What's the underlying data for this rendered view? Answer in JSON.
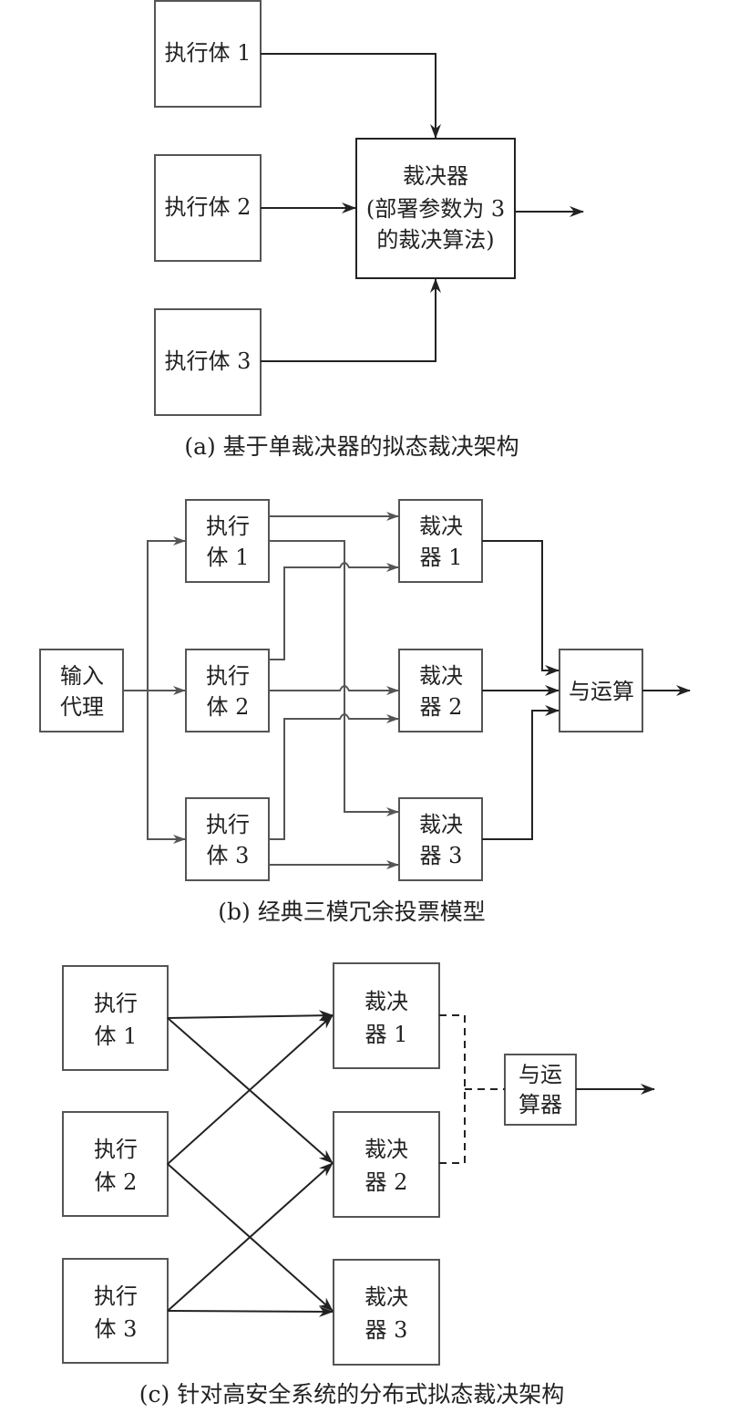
{
  "panel_a": {
    "caption": "(a) 基于单裁决器的拟态裁决架构",
    "executors": [
      "执行体 1",
      "执行体 2",
      "执行体 3"
    ],
    "adjudicator": {
      "line1": "裁决器",
      "line2": "(部署参数为 3",
      "line3": "的裁决算法)"
    }
  },
  "panel_b": {
    "caption": "(b) 经典三模冗余投票模型",
    "input_proxy": {
      "line1": "输入",
      "line2": "代理"
    },
    "executors": [
      {
        "line1": "执行",
        "line2": "体 1"
      },
      {
        "line1": "执行",
        "line2": "体 2"
      },
      {
        "line1": "执行",
        "line2": "体 3"
      }
    ],
    "adjudicators": [
      {
        "line1": "裁决",
        "line2": "器 1"
      },
      {
        "line1": "裁决",
        "line2": "器 2"
      },
      {
        "line1": "裁决",
        "line2": "器 3"
      }
    ],
    "and_op": "与运算"
  },
  "panel_c": {
    "caption": "(c) 针对高安全系统的分布式拟态裁决架构",
    "executors": [
      {
        "line1": "执行",
        "line2": "体 1"
      },
      {
        "line1": "执行",
        "line2": "体 2"
      },
      {
        "line1": "执行",
        "line2": "体 3"
      }
    ],
    "adjudicators": [
      {
        "line1": "裁决",
        "line2": "器 1"
      },
      {
        "line1": "裁决",
        "line2": "器 2"
      },
      {
        "line1": "裁决",
        "line2": "器 3"
      }
    ],
    "and_op": {
      "line1": "与运",
      "line2": "算器"
    }
  }
}
